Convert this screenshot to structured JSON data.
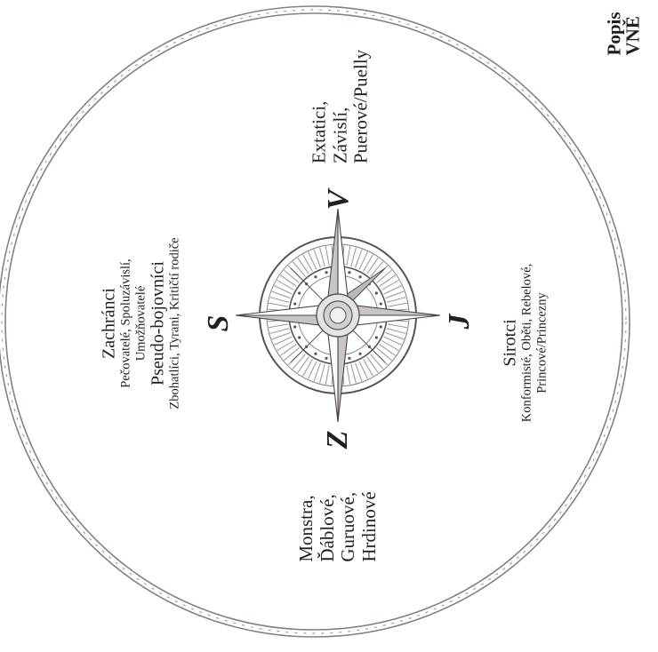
{
  "compass": {
    "north": "V",
    "west": "S",
    "south": "Z",
    "east": "J"
  },
  "quadrants": {
    "top_right": [
      "Extatici,",
      "Závislí,",
      "Puerové/Puelly"
    ],
    "bottom_left": [
      "Monstra,",
      "Ďáblové,",
      "Guruové,",
      "Hrdinové"
    ],
    "upper_center": {
      "heading": "Zachránci",
      "line1": "Pečovatelé, Spoluzávislí,",
      "line2": "Umožňovatelé",
      "heading2": "Pseudo-bojovníci",
      "line3": "Zbohatlíci, Tyrani, Kritičtí rodiče"
    },
    "lower_center": {
      "heading": "Sirotci",
      "line1": "Konformisté, Oběti, Rebelové,",
      "line2": "Princové/Princezny"
    }
  },
  "side_text": {
    "line1": "Popis",
    "line2": "VNĚ"
  },
  "colors": {
    "ink": "#231f20",
    "ring": "#8a7f80",
    "star_fill": "#d4d0d1"
  }
}
